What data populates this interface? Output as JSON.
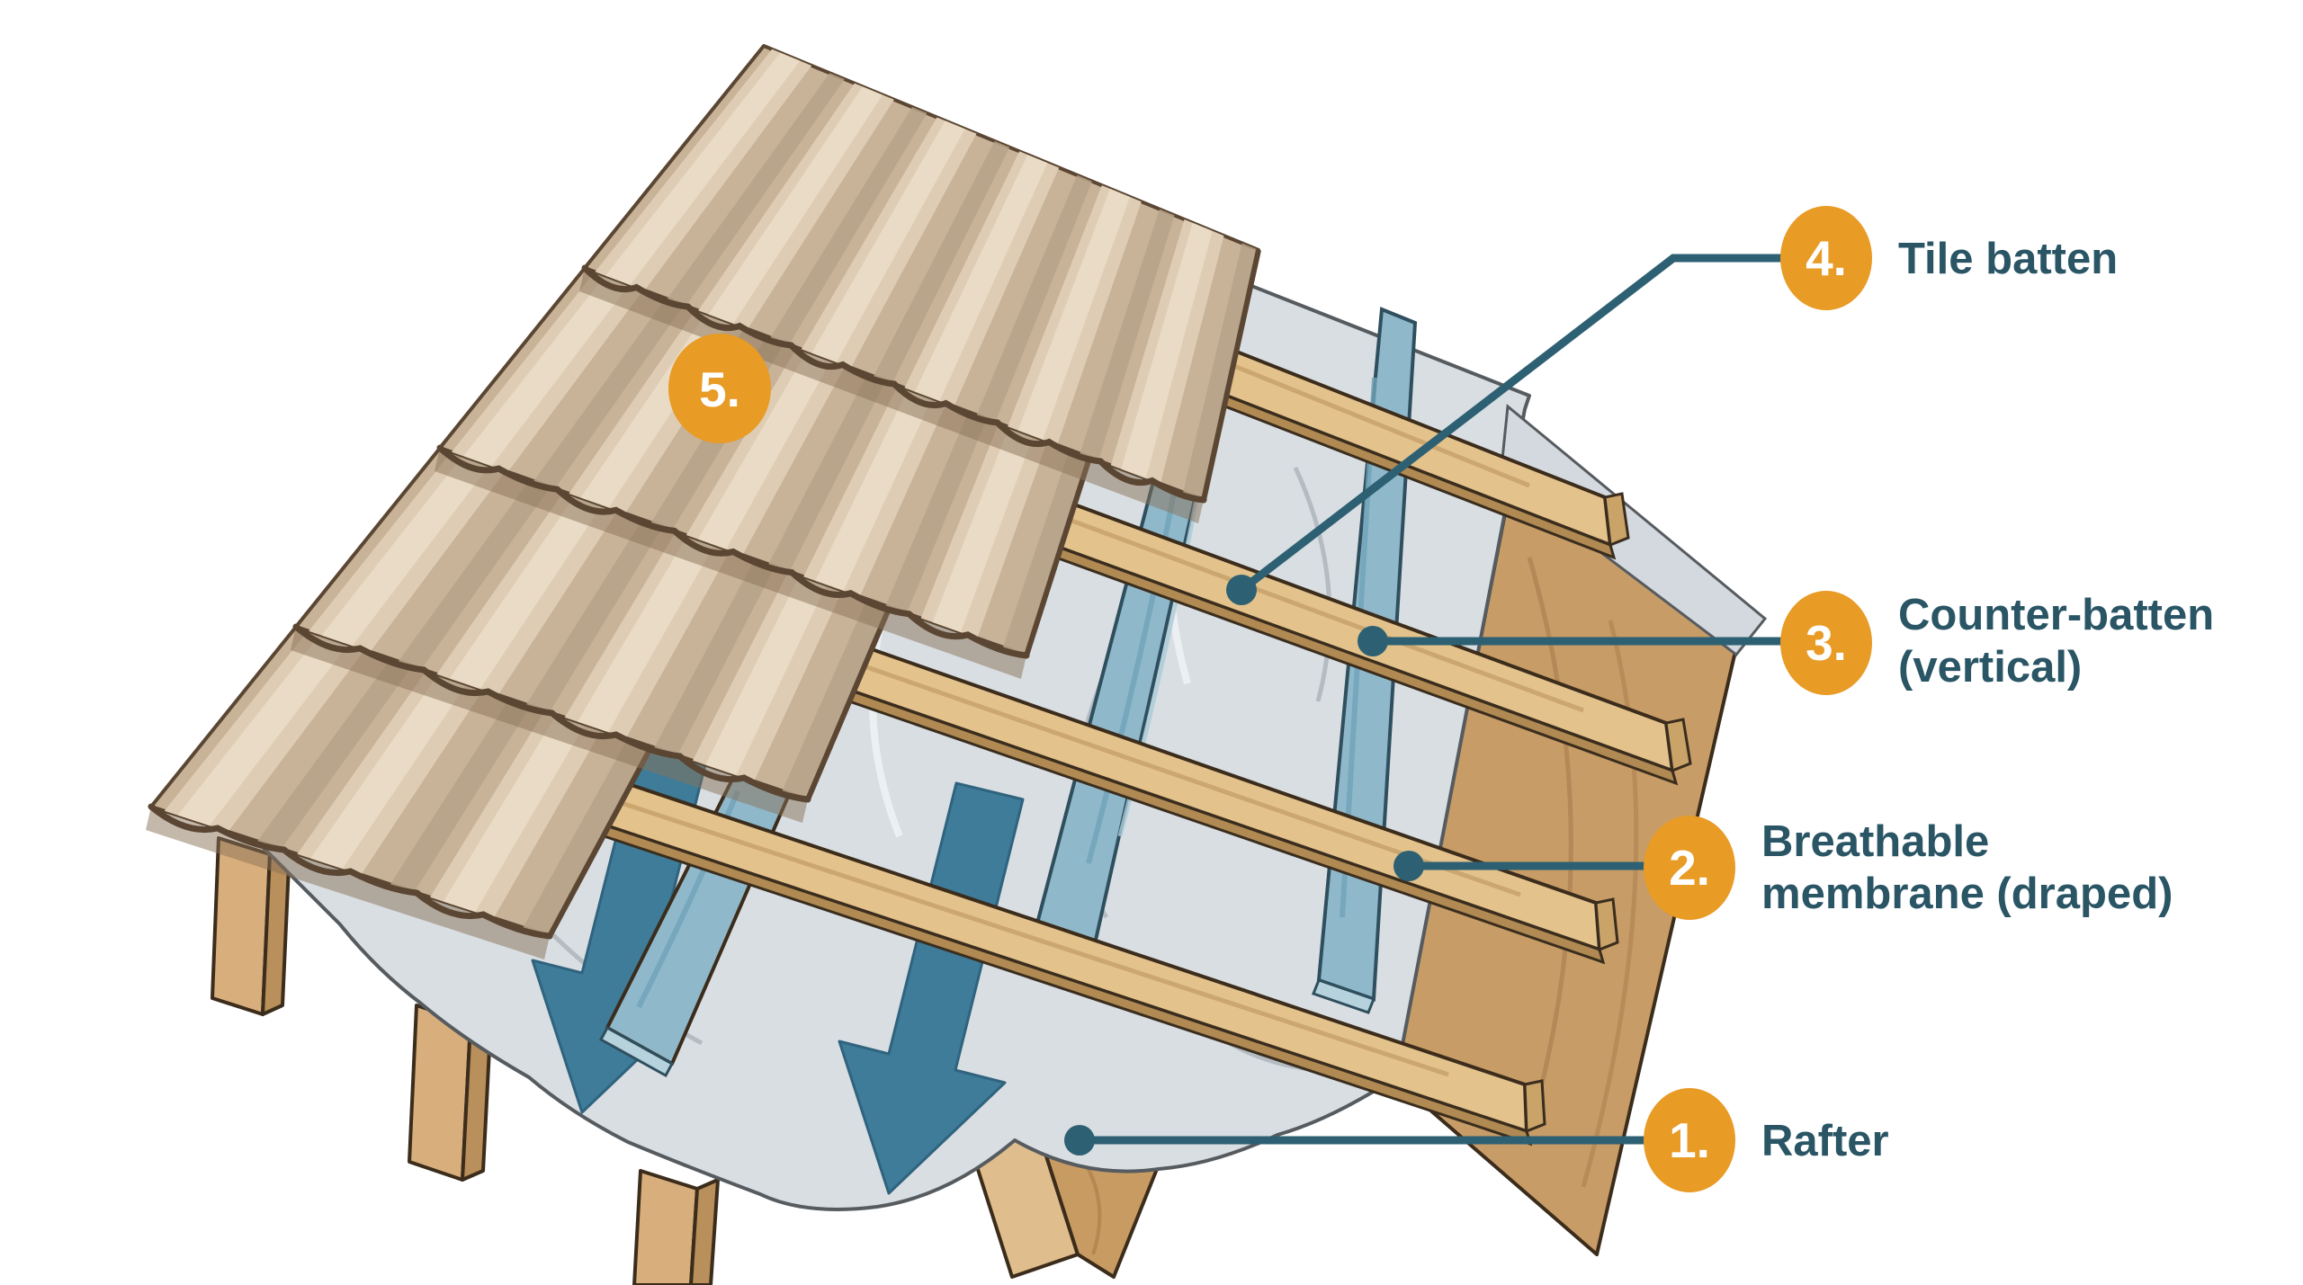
{
  "figure": {
    "type": "roof-construction-cutaway-diagram",
    "background": "#ffffff",
    "callouts": [
      {
        "number": "1.",
        "lines": [
          "Rafter"
        ]
      },
      {
        "number": "2.",
        "lines": [
          "Breathable",
          "membrane (draped)"
        ]
      },
      {
        "number": "3.",
        "lines": [
          "Counter-batten",
          "(vertical)"
        ]
      },
      {
        "number": "4.",
        "lines": [
          "Tile batten"
        ]
      },
      {
        "number": "5.",
        "lines": []
      }
    ],
    "colors": {
      "badge": "#E89B25",
      "badge_text": "#FFFFFF",
      "label_text": "#2A5565",
      "leader_line": "#2D6073",
      "water_arrow": "#3E7C99",
      "tile": "#C8B298",
      "tile_ridge_highlight": "#DECDB4",
      "tile_batten_wood": "#D9B87F",
      "counter_batten_blue": "#8FB9CB",
      "membrane_gray": "#D9DEE2",
      "rafter_wood": "#C89B63"
    }
  }
}
